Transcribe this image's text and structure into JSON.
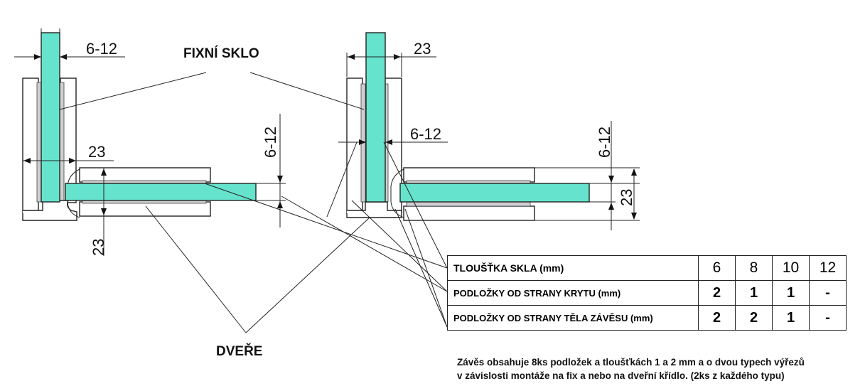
{
  "colors": {
    "glass": "#66e3cc",
    "pad": "#cfcfcf",
    "line": "#222222"
  },
  "labels": {
    "fixed_glass": "FIXNÍ SKLO",
    "door": "DVEŘE"
  },
  "dimensions": {
    "left_top": "6-12",
    "left_mid": "23",
    "left_bottom": "23",
    "left_vertical": "6-12",
    "right_top": "23",
    "right_mid": "6-12",
    "right_vertical_top": "6-12",
    "right_vertical_bottom": "23"
  },
  "spec_table": {
    "rows": [
      {
        "label": "TLOUŠŤKA SKLA (mm)",
        "values": [
          "6",
          "8",
          "10",
          "12"
        ]
      },
      {
        "label": "PODLOŽKY OD STRANY KRYTU (mm)",
        "values": [
          "2",
          "1",
          "1",
          "-"
        ]
      },
      {
        "label": "PODLOŽKY OD STRANY TĚLA ZÁVĚSU (mm)",
        "values": [
          "2",
          "2",
          "1",
          "-"
        ]
      }
    ]
  },
  "note": {
    "line1": "Závěs obsahuje 8ks podložek a tloušťkách 1 a 2 mm a o dvou typech výřezů",
    "line2": "v závislosti montáže na fix a nebo na dveřní křídlo. (2ks z každého typu)"
  }
}
